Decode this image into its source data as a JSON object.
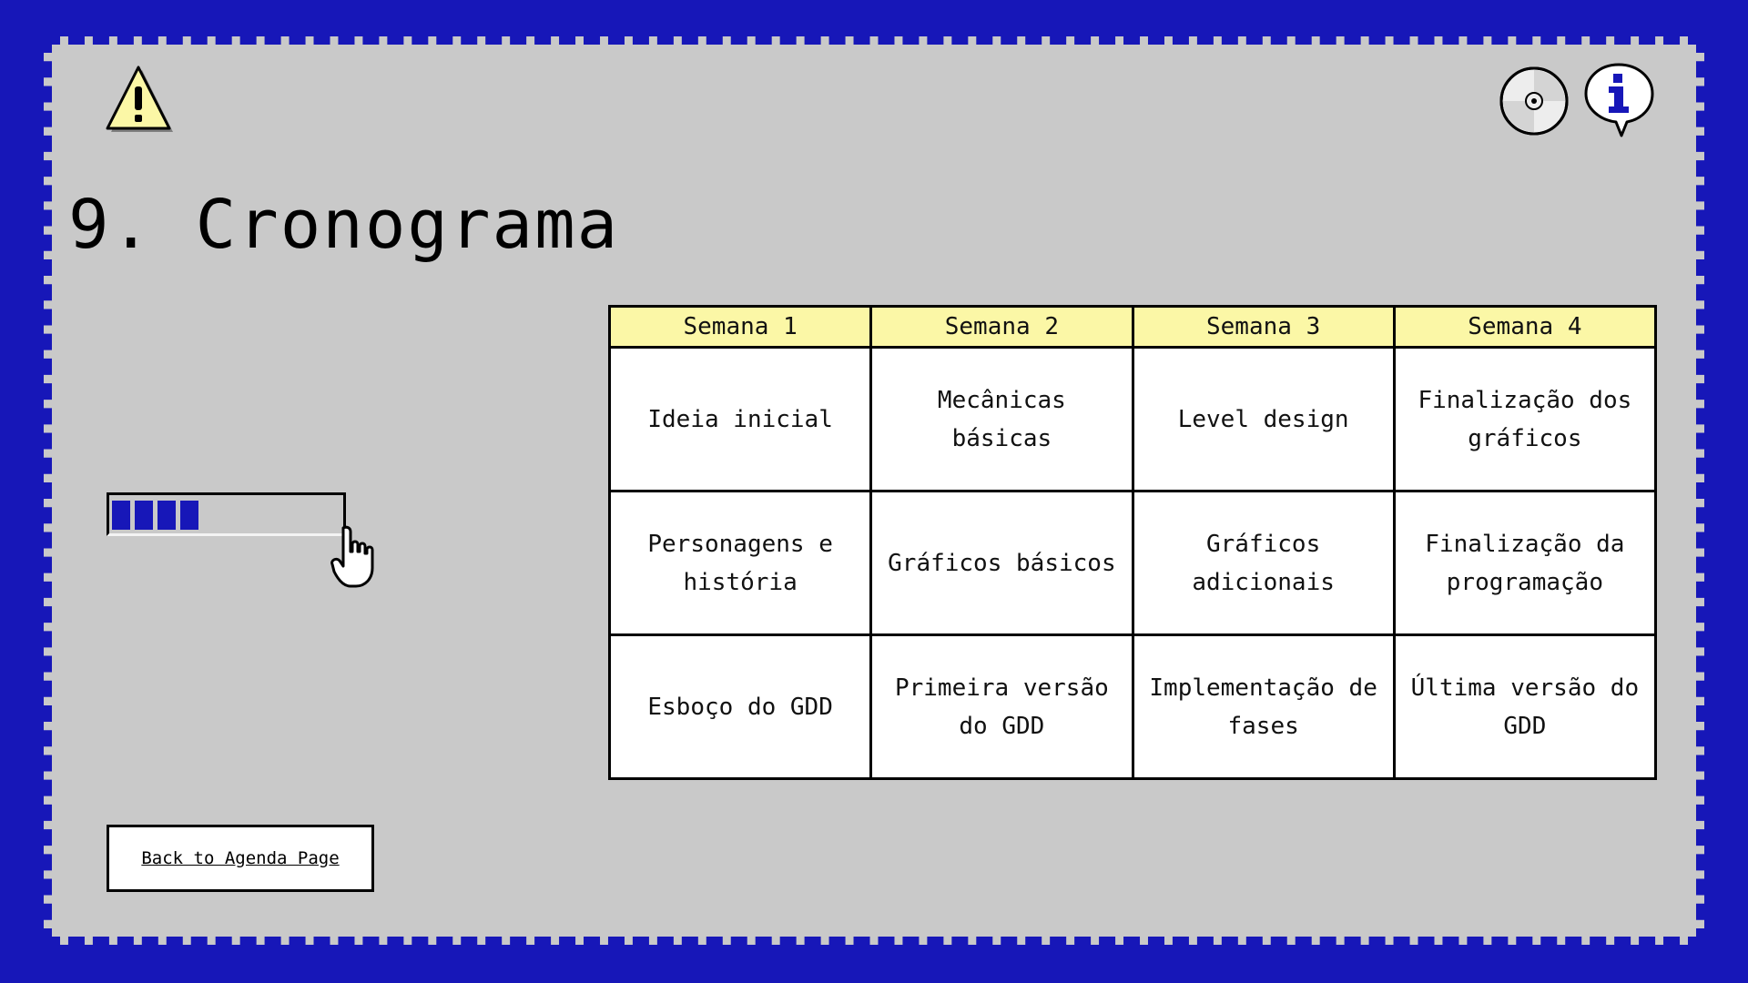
{
  "slide": {
    "title": "9. Cronograma",
    "progress_percent": 40
  },
  "icons": {
    "warning": "warning-icon",
    "cd": "cd-icon",
    "info": "info-icon",
    "cursor": "hand-cursor-icon"
  },
  "table": {
    "headers": [
      "Semana 1",
      "Semana 2",
      "Semana 3",
      "Semana 4"
    ],
    "rows": [
      [
        "Ideia inicial",
        "Mecânicas básicas",
        "Level design",
        "Finalização dos gráficos"
      ],
      [
        "Personagens e história",
        "Gráficos básicos",
        "Gráficos adicionais",
        "Finalização da programação"
      ],
      [
        "Esboço do GDD",
        "Primeira versão do GDD",
        "Implementação de fases",
        "Última versão do GDD"
      ]
    ]
  },
  "back_button": {
    "label": "Back to Agenda Page"
  },
  "colors": {
    "frame": "#1717b8",
    "panel": "#c9c9c9",
    "table_header": "#fbf7a6",
    "table_cell": "#ffffff",
    "warning_yellow": "#fbf7a6"
  }
}
